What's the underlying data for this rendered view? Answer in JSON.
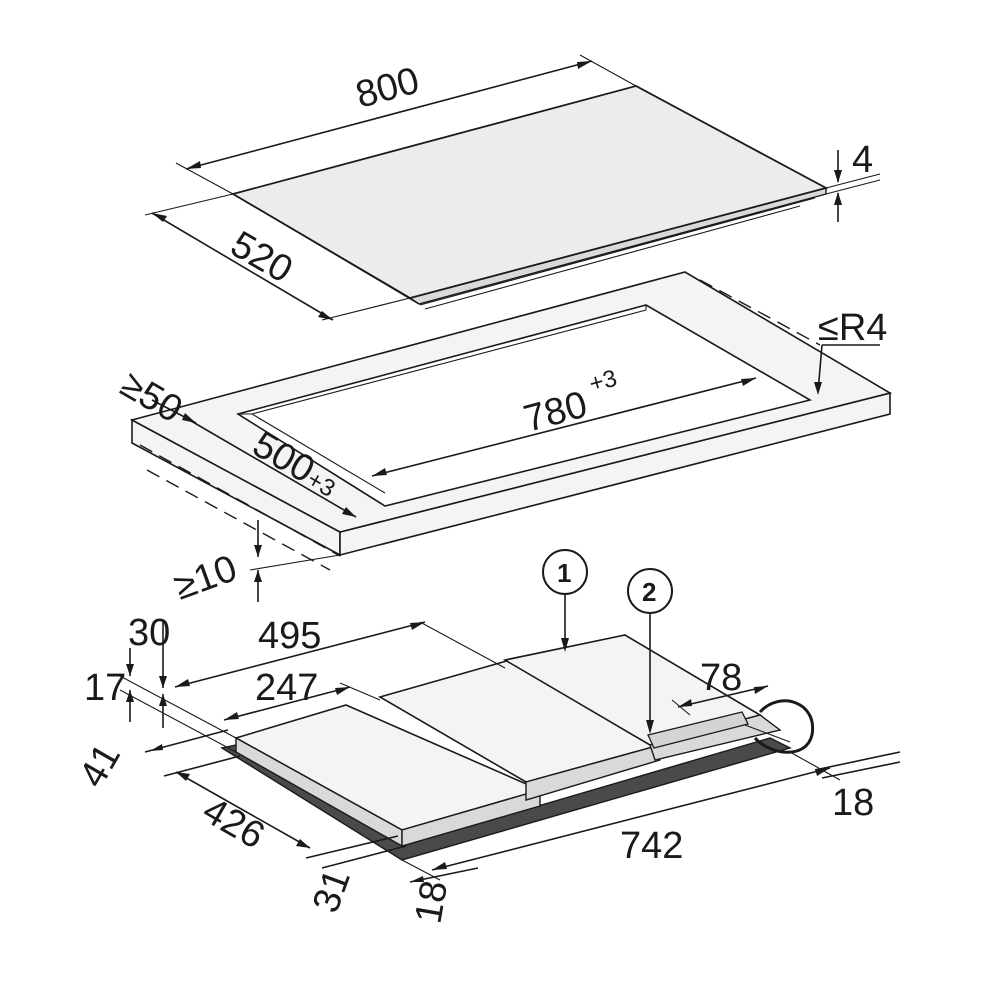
{
  "top_panel": {
    "width": "800",
    "depth": "520",
    "thickness": "4"
  },
  "cutout": {
    "edge_min": "≥50",
    "radius": "≤R4",
    "length": "780",
    "length_tol": "+3",
    "width": "500",
    "width_tol": "+3",
    "clearance": "≥10"
  },
  "callouts": {
    "one": "1",
    "two": "2"
  },
  "hob_body": {
    "d495": "495",
    "d30": "30",
    "d17": "17",
    "d247": "247",
    "d78": "78",
    "d41": "41",
    "d426": "426",
    "d742": "742",
    "d31": "31",
    "d18_left": "18",
    "d18_right": "18"
  }
}
